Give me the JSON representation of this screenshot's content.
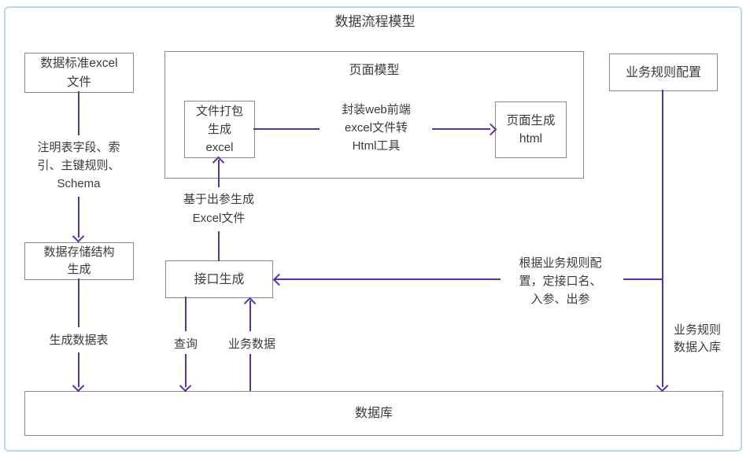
{
  "title": "数据流程模型",
  "nodes": {
    "data_standard_excel_file": "数据标准excel\n文件",
    "page_model_group": "页面模型",
    "file_package_generate_excel": "文件打包\n生成\nexcel",
    "page_generate_html": "页面生成\nhtml",
    "business_rule_config": "业务规则配置",
    "data_storage_structure_generation": "数据存储结构\n生成",
    "interface_generation": "接口生成",
    "database": "数据库"
  },
  "edge_labels": {
    "annotate_fields": "注明表字段、索\n引、主键规则、\nSchema",
    "wrap_web_frontend_tool": "封装web前端\nexcel文件转\nHtml工具",
    "generate_excel_from_output": "基于出参生成\nExcel文件",
    "generate_data_table": "生成数据表",
    "query": "查询",
    "business_data": "业务数据",
    "per_business_rule_config": "根据业务规则配\n置，定接口名、\n入参、出参",
    "business_rule_data_into_db": "业务规则\n数据入库"
  },
  "colors": {
    "arrow": "#5a33a2",
    "box_border": "#8a8a8a",
    "frame_border": "#b9d9ec",
    "text": "#3b3b3b"
  }
}
